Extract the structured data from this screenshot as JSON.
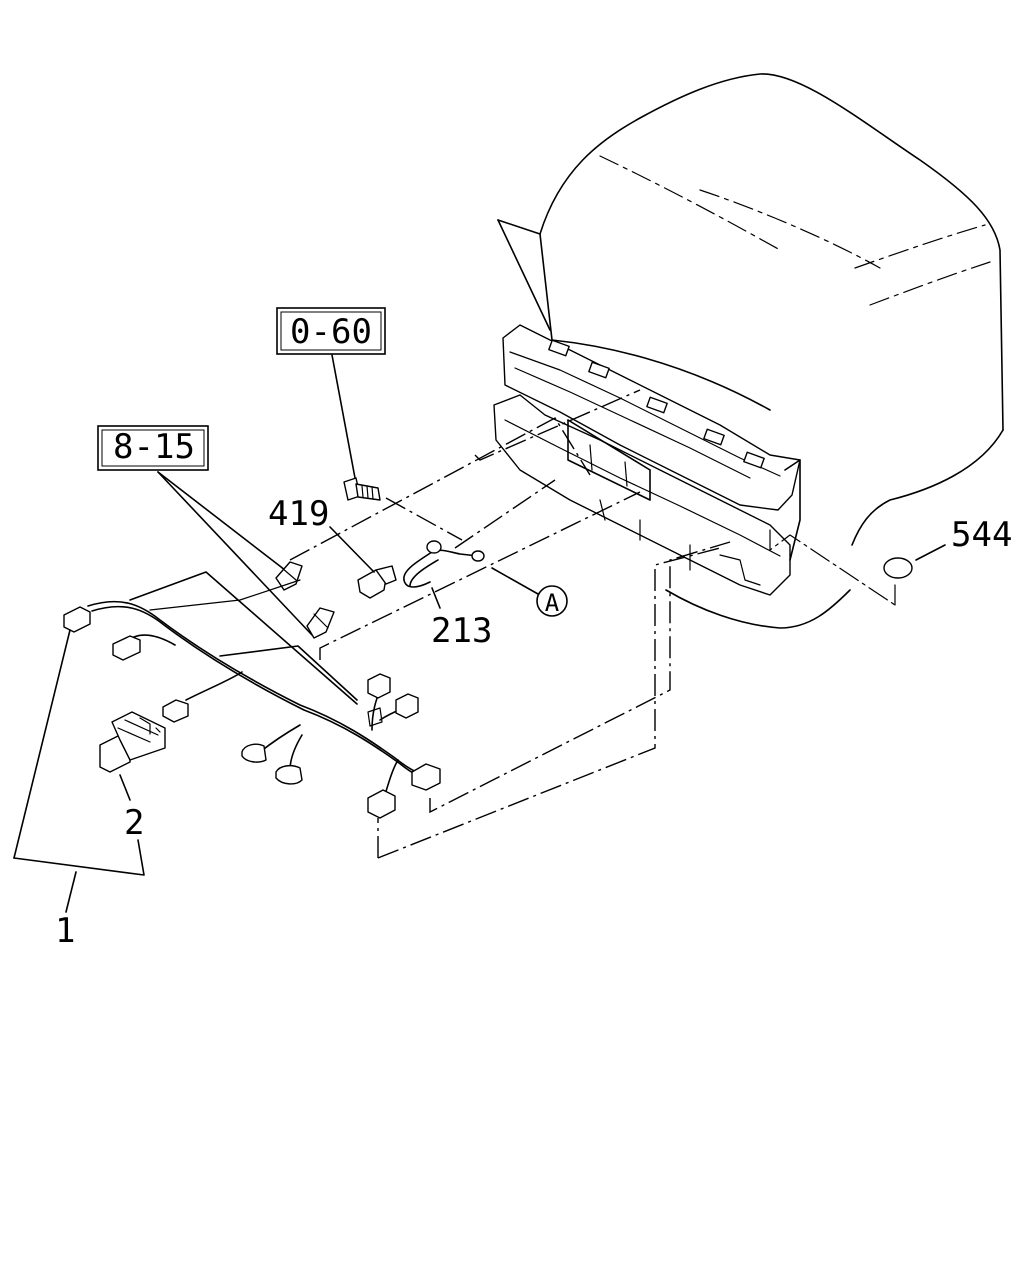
{
  "diagram": {
    "reference_boxes": [
      {
        "id": "ref-0-60",
        "text": "0-60"
      },
      {
        "id": "ref-8-15",
        "text": "8-15"
      }
    ],
    "callouts": [
      {
        "id": "callout-419",
        "text": "419"
      },
      {
        "id": "callout-544",
        "text": "544"
      },
      {
        "id": "callout-213",
        "text": "213"
      },
      {
        "id": "callout-2",
        "text": "2"
      },
      {
        "id": "callout-1",
        "text": "1"
      }
    ],
    "view_marker": "A"
  }
}
